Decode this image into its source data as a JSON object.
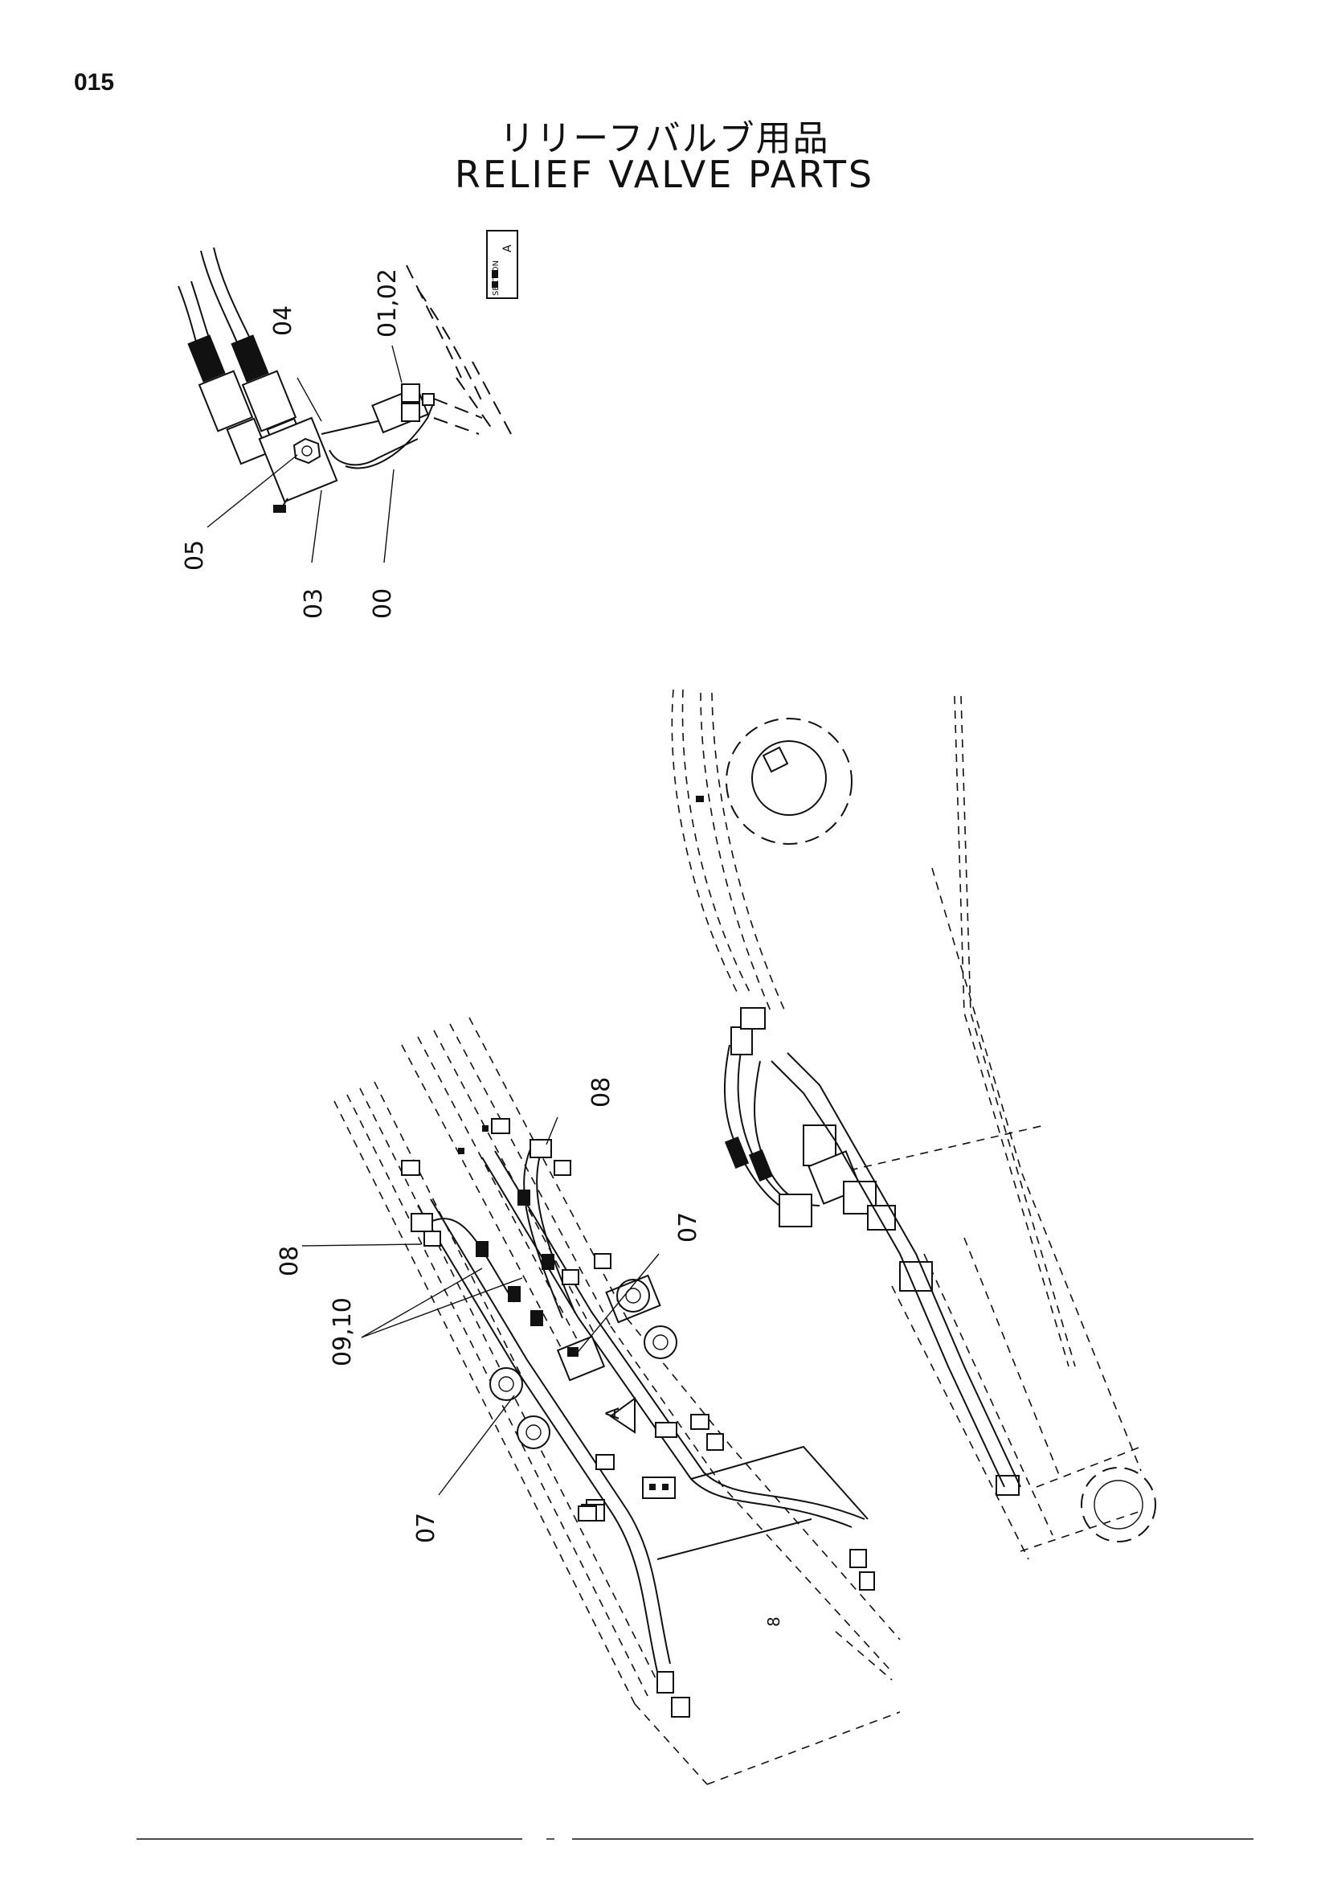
{
  "page": {
    "number": "015"
  },
  "title": {
    "japanese": "リリーフバルブ用品",
    "english": "RELIEF VALVE PARTS"
  },
  "section_tag": {
    "label": "SECTION",
    "letter": "A"
  },
  "view_marker": "A",
  "callouts": {
    "detail": {
      "c0102": "01,02",
      "c04": "04",
      "c05": "05",
      "c03": "03",
      "c00": "00"
    },
    "main": {
      "c08_top": "08",
      "c08_left": "08",
      "c07_right": "07",
      "c0910": "09,10",
      "c07_bottom": "07",
      "c8_plate": "8"
    }
  }
}
